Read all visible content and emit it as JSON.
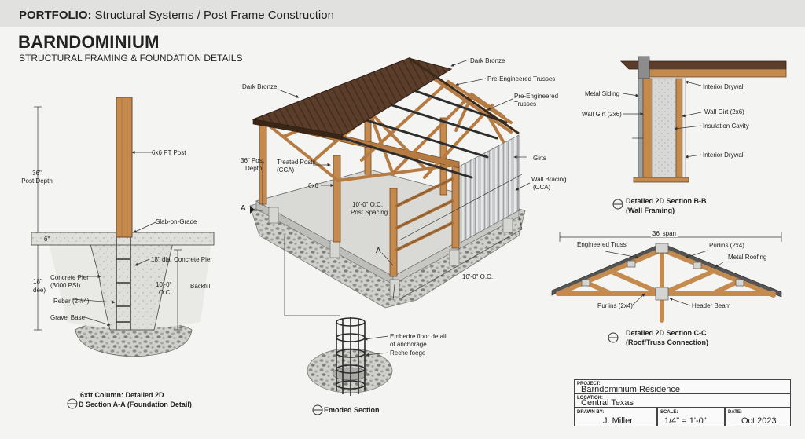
{
  "header": {
    "portfolio_prefix": "PORTFOLIO:",
    "portfolio_rest": "Structural Systems / Post Frame Construction",
    "title": "BARNDOMINIUM",
    "subtitle": "STRUCTURAL FRAMING & FOUNDATION DETAILS"
  },
  "section_a": {
    "post": "6x6 PT Post",
    "depth": [
      "36\"",
      "Post Depth"
    ],
    "slab": "Slab-on-Grade",
    "six": "6\"",
    "pier_dia": "18\" dia. Concrete Pier",
    "pier_depth": [
      "18\"",
      "dee)"
    ],
    "pier": [
      "Concrete Pier",
      "(3000 PSI)"
    ],
    "spacing": [
      "10'-0\"",
      "O.C."
    ],
    "backfill": "Backfill",
    "rebar": "Rebar (2-#4)",
    "gravel": "Gravel Base",
    "caption1": "6xft Column: Detailed 2D",
    "caption2": "D Section A-A (Foundation Detail)"
  },
  "iso": {
    "dark_bronze_left": "Dark Bronze",
    "dark_bronze_top": "Dark Bronze",
    "trusses1": "Pre-Engineered Trusses",
    "trusses2": [
      "Pre-Engineered",
      "Trusses"
    ],
    "post_depth": [
      "36\" Post",
      "Depth"
    ],
    "treated": [
      "Treated Posts",
      "(CCA)"
    ],
    "six_by": "6x6",
    "spacing": [
      "10'-0\" O.C.",
      "Post Spacing"
    ],
    "girts": "Girts",
    "bracing": [
      "Wall Bracing",
      "(CCA)"
    ],
    "dim": "10'-0\" O.C.",
    "marker_a": "A",
    "marker_a2": "A",
    "embed": [
      "Embedre floor detail",
      "of anchorage"
    ],
    "reche": "Reche foege",
    "emoded": "Emoded Section"
  },
  "section_b": {
    "interior_top": "Interior Drywall",
    "siding": "Metal Siding",
    "girt_left": "Wall Girt (2x6)",
    "girt_right": "Wall Girt (2x6)",
    "insulation": "Insulation Cavity",
    "interior_bottom": "Interior Drywall",
    "caption1": "Detailed 2D Section B-B",
    "caption2": "(Wall Framing)"
  },
  "section_c": {
    "span": "36' span",
    "truss": "Engineered Truss",
    "purlins_top": "Purlins (2x4)",
    "roofing": "Metal Roofing",
    "purlins_bottom": "Purlins (2x4)",
    "header": "Header Beam",
    "caption1": "Detailed 2D Section C-C",
    "caption2": "(Roof/Truss Connection)"
  },
  "title_block": {
    "project_label": "PROJECT:",
    "project": "Barndominium Residence",
    "location_label": "LOCATIOK:",
    "location": "Central Texas",
    "drawn_label": "DRAWN BY:",
    "drawn": "J. Miller",
    "scale_label": "SCALE:",
    "scale": "1/4\" = 1'-0\"",
    "date_label": "DATE:",
    "date": "Oct 2023"
  }
}
